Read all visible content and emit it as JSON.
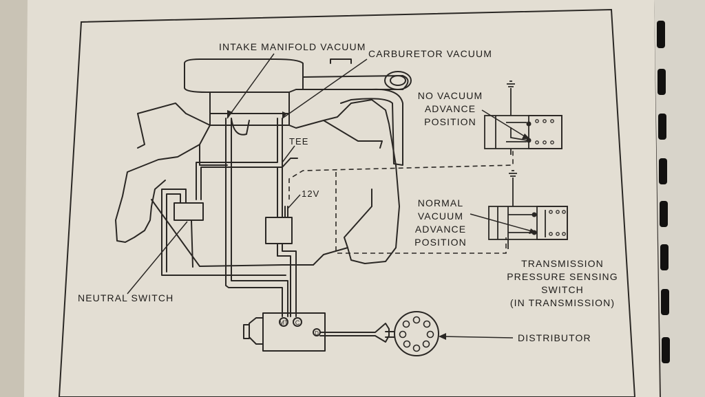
{
  "labels": {
    "intake_manifold_vacuum": "INTAKE MANIFOLD VACUUM",
    "carburetor_vacuum": "CARBURETOR VACUUM",
    "tee": "TEE",
    "twelve_volt": "12V",
    "no_vacuum_advance": [
      "NO VACUUM",
      "ADVANCE",
      "POSITION"
    ],
    "normal_vacuum_advance": [
      "NORMAL",
      "VACUUM",
      "ADVANCE",
      "POSITION"
    ],
    "transmission_switch": [
      "TRANSMISSION",
      "PRESSURE SENSING",
      "SWITCH",
      "(IN TRANSMISSION)"
    ],
    "neutral_switch": "NEUTRAL SWITCH",
    "distributor": "DISTRIBUTOR",
    "port_mt": "MT",
    "port_c": "C",
    "port_d": "D"
  },
  "colors": {
    "paper": "#e3ded3",
    "ink": "#2a2724",
    "page_edge": "#3b3632"
  }
}
